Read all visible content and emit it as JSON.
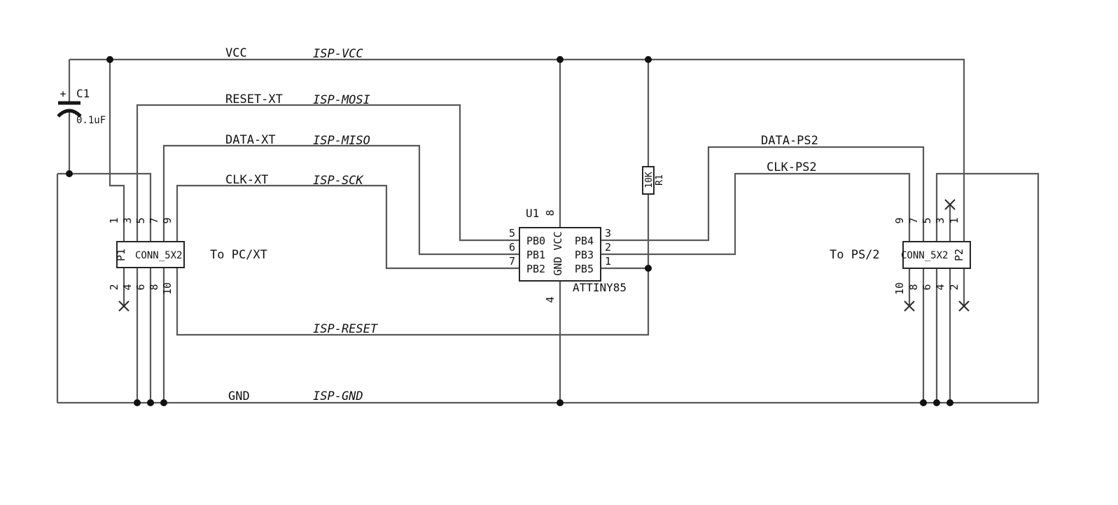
{
  "schematic": {
    "colors": {
      "background": "#ffffff",
      "wire": "#595959",
      "outline": "#262626",
      "text": "#111111"
    },
    "net_labels": {
      "vcc": "VCC",
      "reset_xt": "RESET-XT",
      "data_xt": "DATA-XT",
      "clk_xt": "CLK-XT",
      "gnd": "GND",
      "data_ps2": "DATA-PS2",
      "clk_ps2": "CLK-PS2",
      "isp_vcc": "ISP-VCC",
      "isp_mosi": "ISP-MOSI",
      "isp_miso": "ISP-MISO",
      "isp_sck": "ISP-SCK",
      "isp_reset": "ISP-RESET",
      "isp_gnd": "ISP-GND"
    },
    "components": {
      "C1": {
        "ref": "C1",
        "value": "0.1uF",
        "polarity": "+"
      },
      "R1": {
        "ref": "R1",
        "value": "10K"
      },
      "U1": {
        "ref": "U1",
        "value": "ATTINY85",
        "power_label": "GND VCC",
        "top_pin": "8",
        "bottom_pin": "4",
        "left_pins": [
          {
            "num": "5",
            "name": "PB0"
          },
          {
            "num": "6",
            "name": "PB1"
          },
          {
            "num": "7",
            "name": "PB2"
          }
        ],
        "right_pins": [
          {
            "num": "3",
            "name": "PB4"
          },
          {
            "num": "2",
            "name": "PB3"
          },
          {
            "num": "1",
            "name": "PB5"
          }
        ]
      },
      "P1": {
        "ref": "P1",
        "value": "CONN_5X2",
        "note": "To PC/XT",
        "top_pins": [
          "1",
          "3",
          "5",
          "7",
          "9"
        ],
        "bottom_pins": [
          "2",
          "4",
          "6",
          "8",
          "10"
        ]
      },
      "P2": {
        "ref": "P2",
        "value": "CONN_5X2",
        "note": "To PS/2",
        "top_pins": [
          "9",
          "7",
          "5",
          "3",
          "1"
        ],
        "bottom_pins": [
          "10",
          "8",
          "6",
          "4",
          "2"
        ]
      }
    }
  }
}
